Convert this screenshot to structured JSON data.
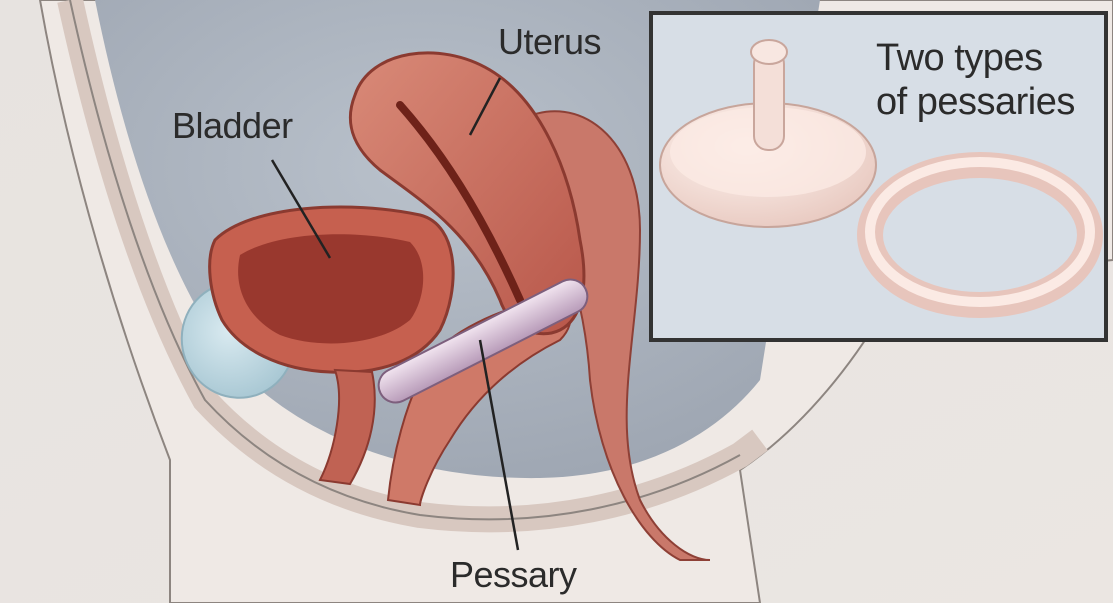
{
  "labels": {
    "bladder": "Bladder",
    "uterus": "Uterus",
    "pessary": "Pessary",
    "inset_line1": "Two types",
    "inset_line2": "of pessaries"
  }
}
